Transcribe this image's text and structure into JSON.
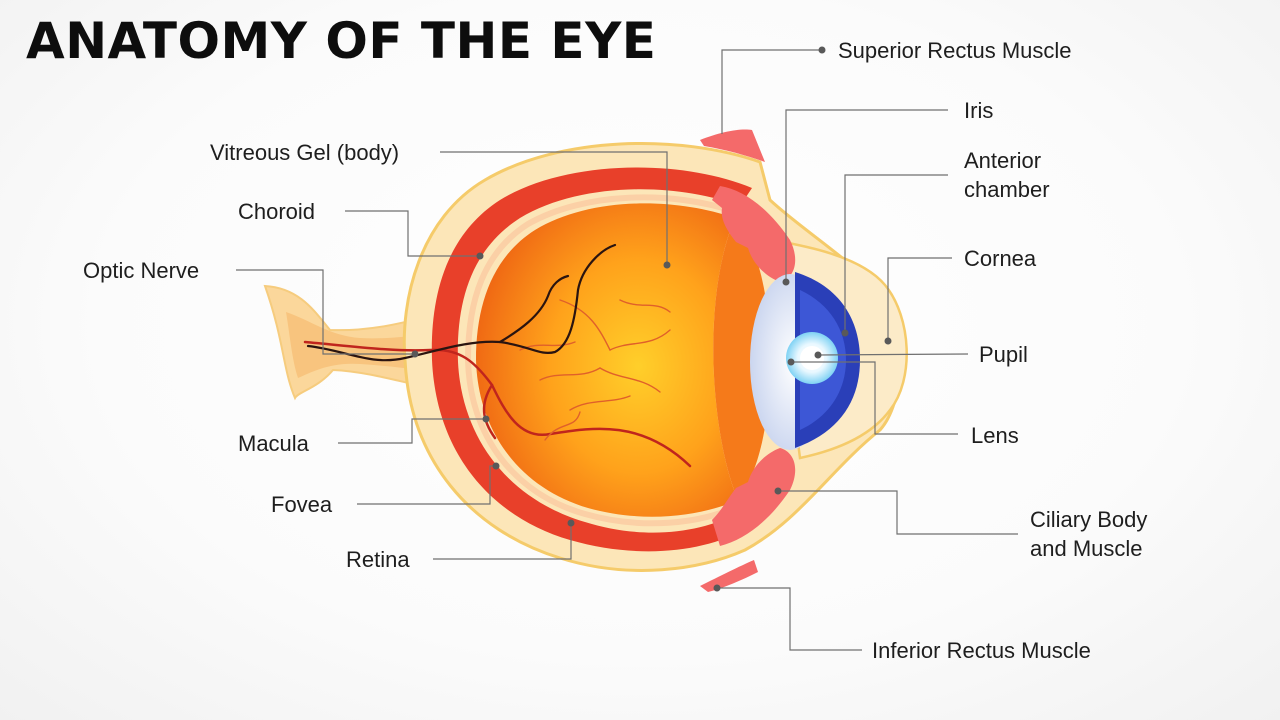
{
  "title": "ANATOMY OF THE EYE",
  "labels": {
    "superior_rectus": "Superior Rectus Muscle",
    "iris": "Iris",
    "anterior_chamber_1": "Anterior",
    "anterior_chamber_2": "chamber",
    "cornea": "Cornea",
    "pupil": "Pupil",
    "lens": "Lens",
    "ciliary_1": "Ciliary Body",
    "ciliary_2": "and Muscle",
    "inferior_rectus": "Inferior Rectus Muscle",
    "vitreous": "Vitreous Gel (body)",
    "choroid": "Choroid",
    "optic_nerve": "Optic Nerve",
    "macula": "Macula",
    "fovea": "Fovea",
    "retina": "Retina"
  },
  "colors": {
    "sclera": "#fbe3b4",
    "sclera_edge": "#f7cf6e",
    "choroid": "#e8402a",
    "vitreous_inner": "#ffb21e",
    "vitreous_outer": "#f47a16",
    "muscle": "#f46a6a",
    "iris": "#2a3fb8",
    "vessel": "#c0251d"
  }
}
